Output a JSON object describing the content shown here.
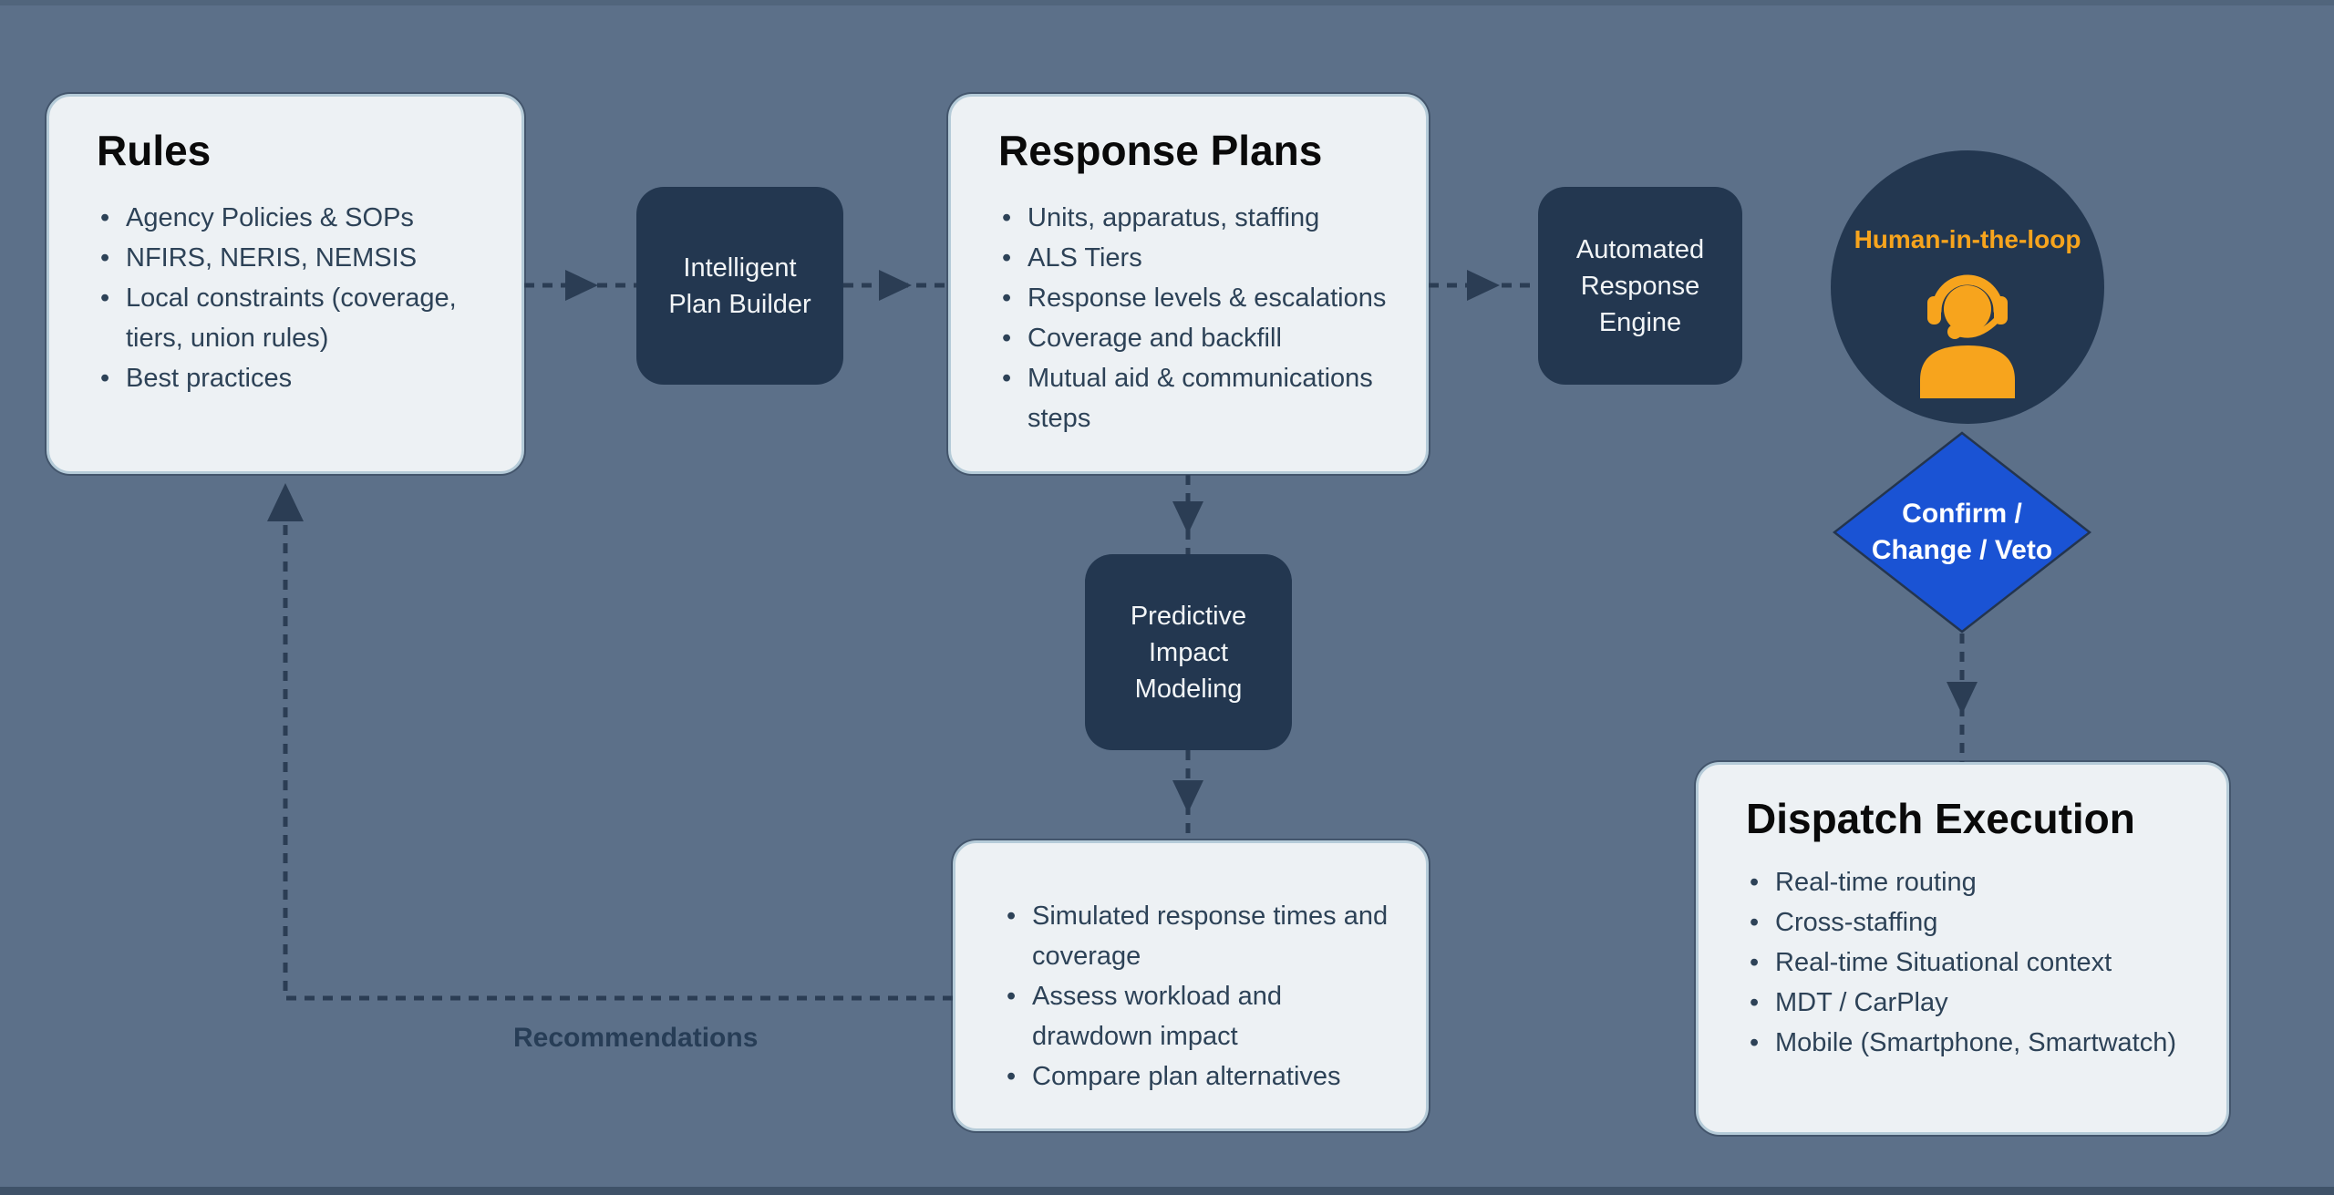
{
  "colors": {
    "background": "#5C7089",
    "node_dark": "#233750",
    "node_light": "#EDF1F4",
    "node_light_border": "#B5CBD8",
    "accent_orange": "#F7A41D",
    "diamond_blue": "#1A53D4",
    "connector": "#2B3D54",
    "bullet_text": "#2D4257",
    "title_text": "#0A0A0A"
  },
  "nodes": {
    "rules": {
      "title": "Rules",
      "bullets": [
        "Agency Policies & SOPs",
        "NFIRS, NERIS, NEMSIS",
        "Local constraints (coverage, tiers, union rules)",
        "Best practices"
      ]
    },
    "intelligent_plan_builder": {
      "lines": [
        "Intelligent",
        "Plan Builder"
      ]
    },
    "response_plans": {
      "title": "Response Plans",
      "bullets": [
        "Units, apparatus, staffing",
        "ALS Tiers",
        "Response levels & escalations",
        "Coverage and backfill",
        "Mutual aid & communications steps"
      ]
    },
    "automated_response_engine": {
      "lines": [
        "Automated",
        "Response",
        "Engine"
      ]
    },
    "human_in_the_loop": {
      "label": "Human-in-the-loop",
      "icon": "headset-operator-icon"
    },
    "confirm_change_veto": {
      "lines": [
        "Confirm /",
        "Change / Veto"
      ]
    },
    "predictive_impact_modeling": {
      "lines": [
        "Predictive",
        "Impact",
        "Modeling"
      ]
    },
    "impact_analysis": {
      "bullets": [
        "Simulated response times and coverage",
        "Assess workload and drawdown impact",
        "Compare plan alternatives"
      ]
    },
    "dispatch_execution": {
      "title": "Dispatch Execution",
      "bullets": [
        "Real-time routing",
        "Cross-staffing",
        "Real-time Situational context",
        "MDT / CarPlay",
        "Mobile (Smartphone, Smartwatch)"
      ]
    }
  },
  "labels": {
    "recommendations": "Recommendations"
  }
}
